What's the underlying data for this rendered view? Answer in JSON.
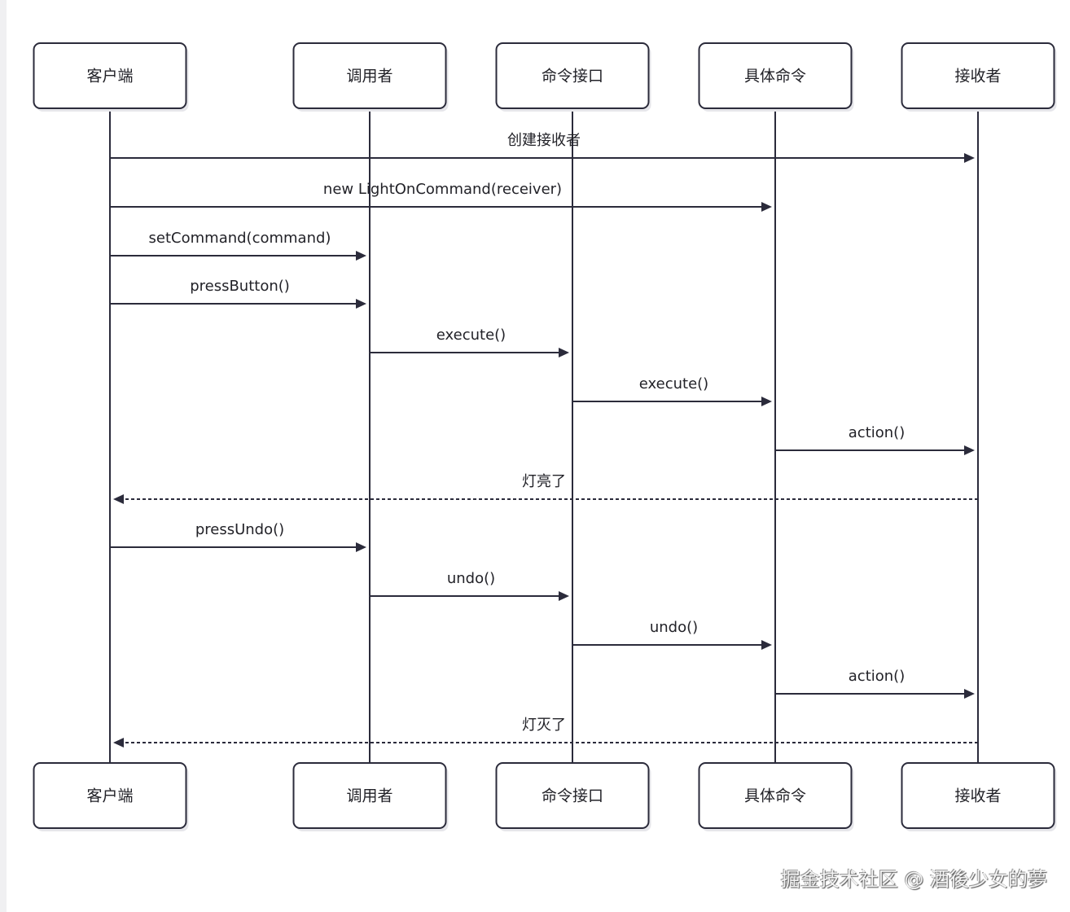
{
  "diagram": {
    "type": "sequence",
    "colors": {
      "line": "#2b2b3b",
      "text": "#222228",
      "box_fill": "#ffffff"
    },
    "participants": [
      {
        "id": "client",
        "label": "客户端"
      },
      {
        "id": "invoker",
        "label": "调用者"
      },
      {
        "id": "command",
        "label": "命令接口"
      },
      {
        "id": "concrete",
        "label": "具体命令"
      },
      {
        "id": "receiver",
        "label": "接收者"
      }
    ],
    "messages": [
      {
        "from": "client",
        "to": "receiver",
        "label": "创建接收者",
        "style": "solid"
      },
      {
        "from": "client",
        "to": "concrete",
        "label": "new LightOnCommand(receiver)",
        "style": "solid"
      },
      {
        "from": "client",
        "to": "invoker",
        "label": "setCommand(command)",
        "style": "solid"
      },
      {
        "from": "client",
        "to": "invoker",
        "label": "pressButton()",
        "style": "solid"
      },
      {
        "from": "invoker",
        "to": "command",
        "label": "execute()",
        "style": "solid"
      },
      {
        "from": "command",
        "to": "concrete",
        "label": "execute()",
        "style": "solid"
      },
      {
        "from": "concrete",
        "to": "receiver",
        "label": "action()",
        "style": "solid"
      },
      {
        "from": "receiver",
        "to": "client",
        "label": "灯亮了",
        "style": "dashed"
      },
      {
        "from": "client",
        "to": "invoker",
        "label": "pressUndo()",
        "style": "solid"
      },
      {
        "from": "invoker",
        "to": "command",
        "label": "undo()",
        "style": "solid"
      },
      {
        "from": "command",
        "to": "concrete",
        "label": "undo()",
        "style": "solid"
      },
      {
        "from": "concrete",
        "to": "receiver",
        "label": "action()",
        "style": "solid"
      },
      {
        "from": "receiver",
        "to": "client",
        "label": "灯灭了",
        "style": "dashed"
      }
    ]
  },
  "watermark": "掘金技术社区 @ 酒後少女的夢"
}
